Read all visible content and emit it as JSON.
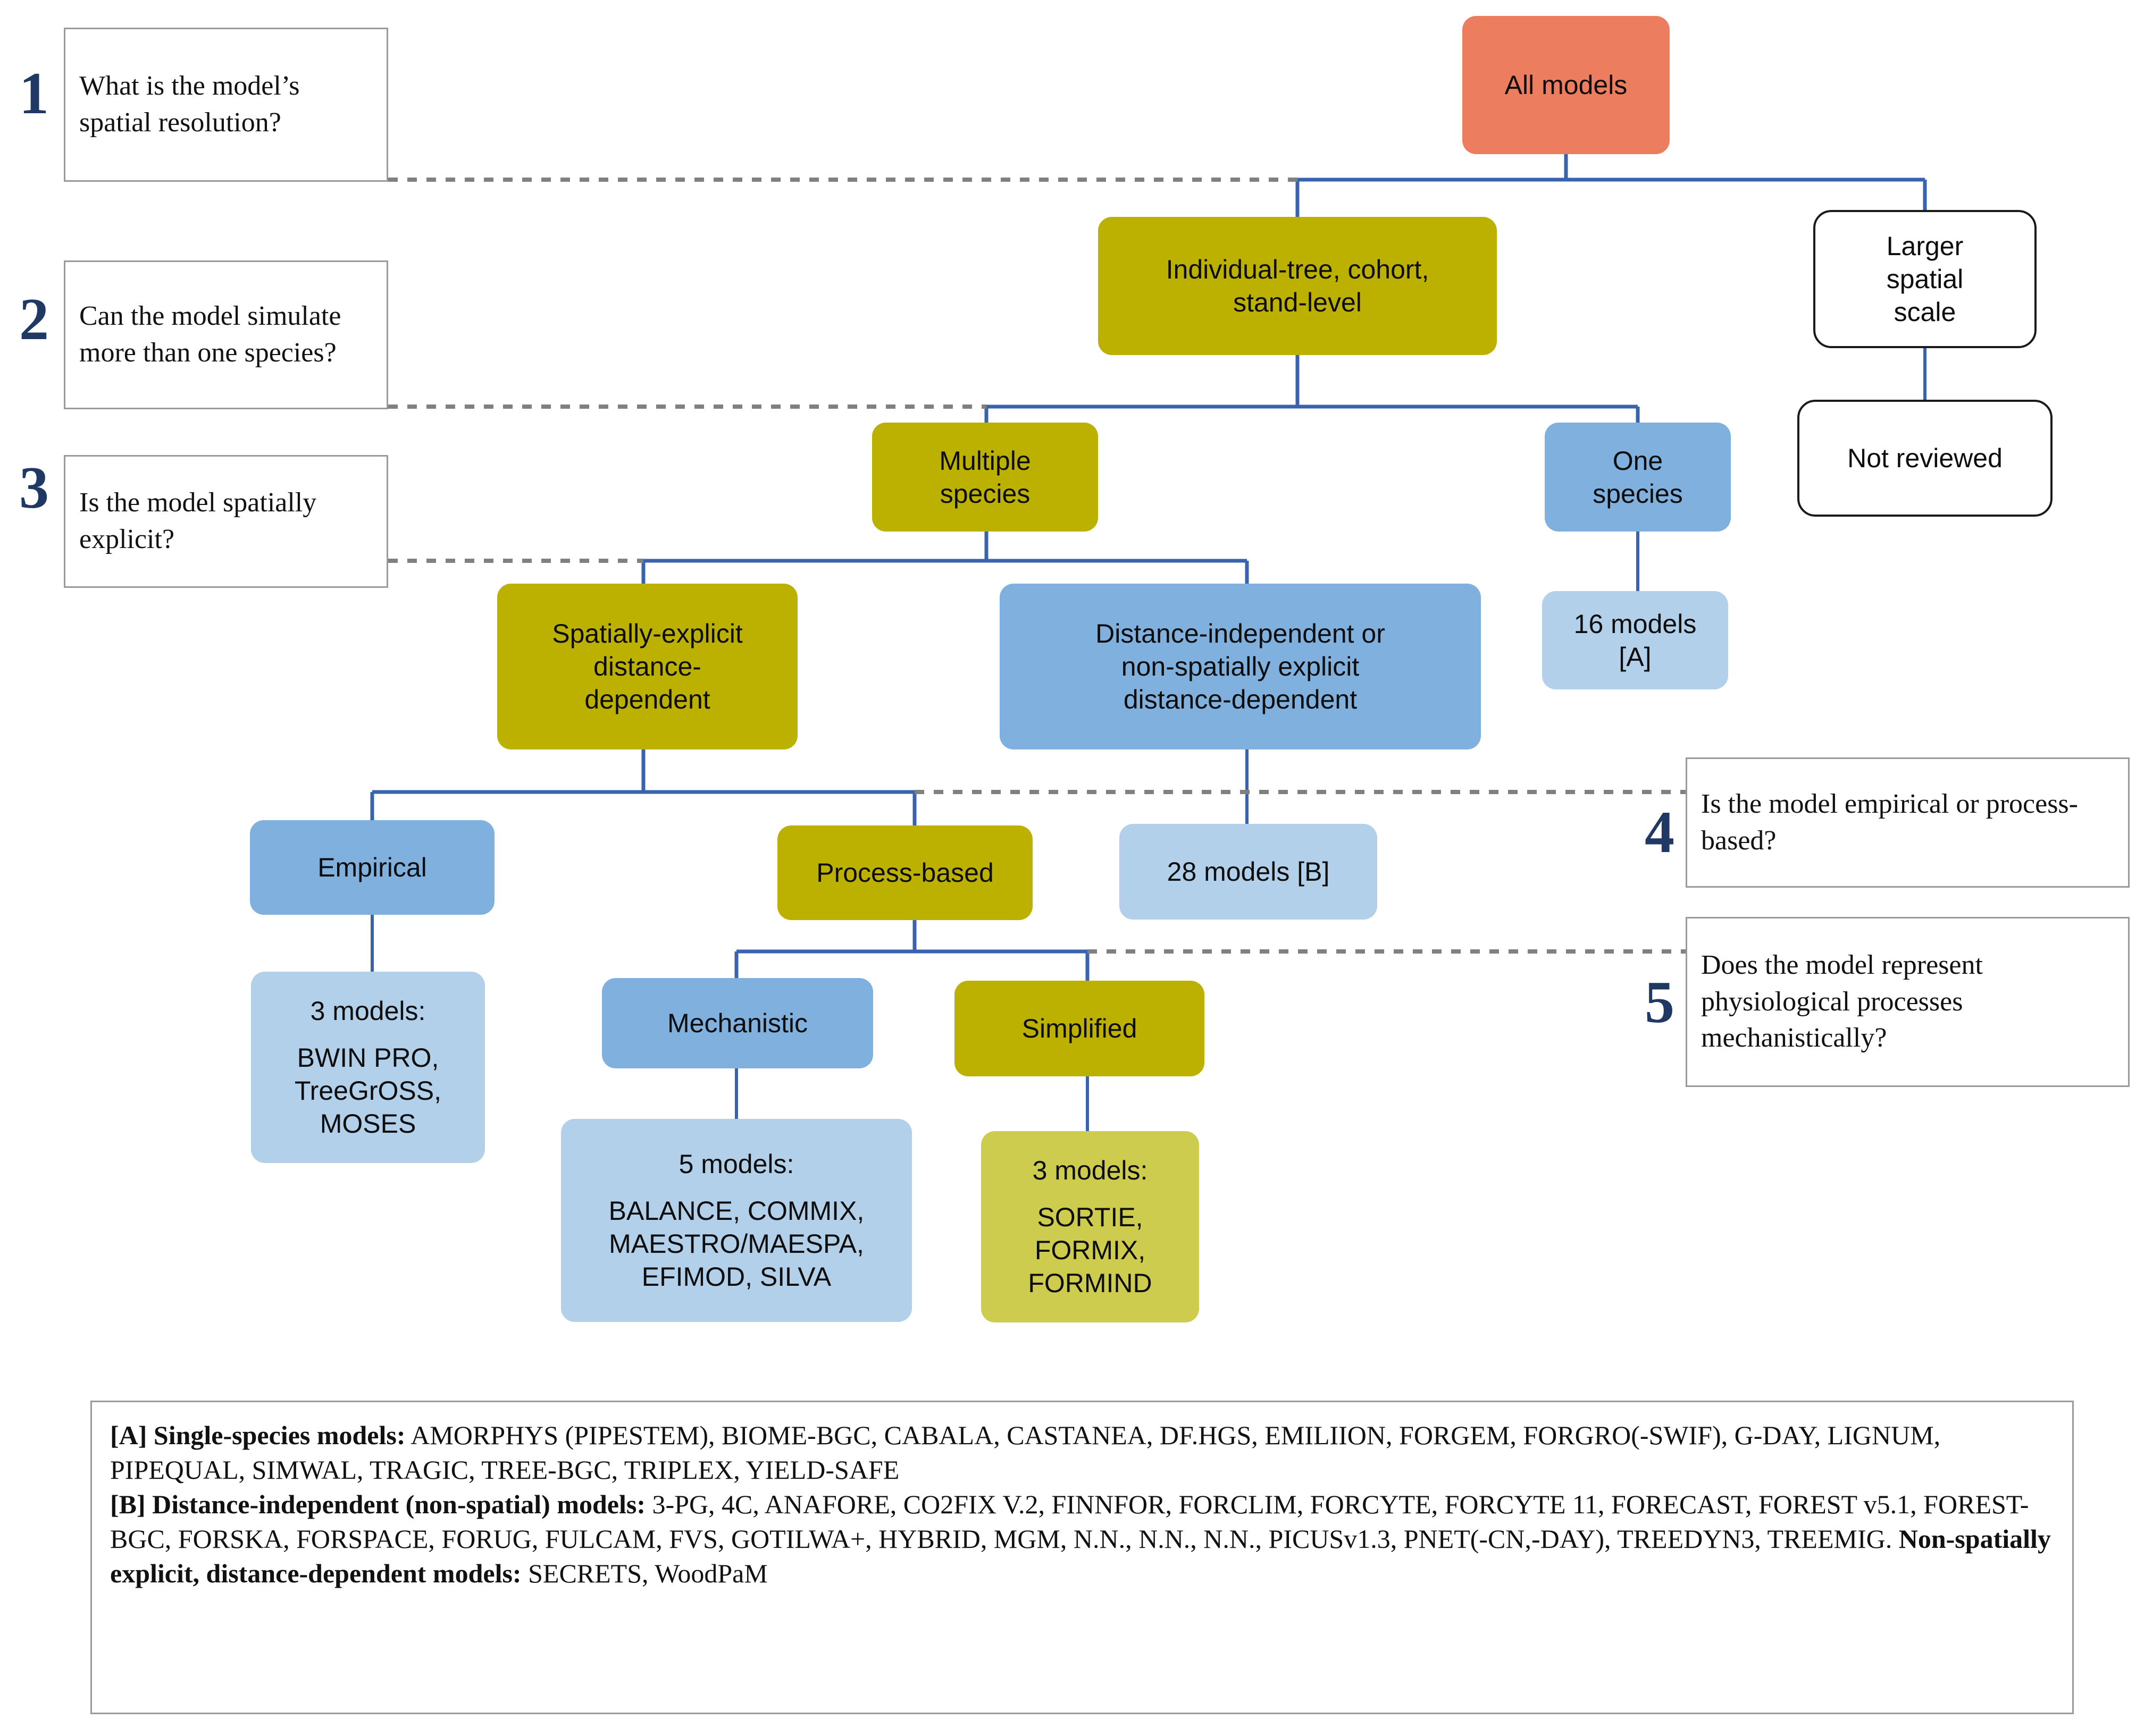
{
  "questions": [
    {
      "num": "1",
      "text": "What is the model’s spatial resolution?"
    },
    {
      "num": "2",
      "text": "Can the model simulate more than one species?"
    },
    {
      "num": "3",
      "text": "Is the model spatially explicit?"
    },
    {
      "num": "4",
      "text": "Is the model empirical or process-based?"
    },
    {
      "num": "5",
      "text": "Does the model represent physiological processes mechanistically?"
    }
  ],
  "nodes": {
    "all_models": "All models",
    "individual_tree_l1": "Individual-tree, cohort,",
    "individual_tree_l2": "stand-level",
    "larger_scale_l1": "Larger",
    "larger_scale_l2": "spatial",
    "larger_scale_l3": "scale",
    "not_reviewed": "Not reviewed",
    "multiple_species_l1": "Multiple",
    "multiple_species_l2": "species",
    "one_species_l1": "One",
    "one_species_l2": "species",
    "sixteen_models_l1": "16 models",
    "sixteen_models_l2": "[A]",
    "spatially_explicit_l1": "Spatially-explicit",
    "spatially_explicit_l2": "distance-",
    "spatially_explicit_l3": "dependent",
    "distance_independent_l1": "Distance-independent or",
    "distance_independent_l2": "non-spatially explicit",
    "distance_independent_l3": "distance-dependent",
    "twentyeight_models": "28 models [B]",
    "empirical": "Empirical",
    "process_based": "Process-based",
    "mechanistic": "Mechanistic",
    "simplified": "Simplified",
    "empirical_count": "3 models:",
    "empirical_list_l1": "BWIN PRO,",
    "empirical_list_l2": "TreeGrOSS,",
    "empirical_list_l3": "MOSES",
    "mechanistic_count": "5 models:",
    "mechanistic_list_l1": "BALANCE, COMMIX,",
    "mechanistic_list_l2": "MAESTRO/MAESPA,",
    "mechanistic_list_l3": "EFIMOD, SILVA",
    "simplified_count": "3 models:",
    "simplified_list_l1": "SORTIE,",
    "simplified_list_l2": "FORMIX,",
    "simplified_list_l3": "FORMIND"
  },
  "footnote": {
    "a_label": "[A] Single-species models:",
    "a_text": " AMORPHYS (PIPESTEM), BIOME-BGC, CABALA, CASTANEA, DF.HGS, EMILIION, FORGEM, FORGRO(-SWIF), G-DAY, LIGNUM, PIPEQUAL, SIMWAL, TRAGIC, TREE-BGC, TRIPLEX, YIELD-SAFE",
    "b_label": "[B] Distance-independent (non-spatial) models:",
    "b_text": " 3-PG, 4C, ANAFORE, CO2FIX V.2, FINNFOR, FORCLIM, FORCYTE, FORCYTE 11, FORECAST, FOREST v5.1, FOREST-BGC, FORSKA, FORSPACE, FORUG, FULCAM, FVS, GOTILWA+, HYBRID, MGM, N.N., N.N., N.N., PICUSv1.3, PNET(-CN,-DAY), TREEDYN3, TREEMIG. ",
    "c_label": "Non-spatially explicit, distance-dependent models:",
    "c_text": " SECRETS, WoodPaM"
  },
  "colors": {
    "salmon": "#ed7d5f",
    "olive": "#bcb000",
    "olive_light": "#cdcc4f",
    "blue": "#7fb0de",
    "blue_light": "#b3d0ea",
    "connector": "#3a63ad",
    "dotted": "#808080",
    "question_number": "#203864"
  }
}
